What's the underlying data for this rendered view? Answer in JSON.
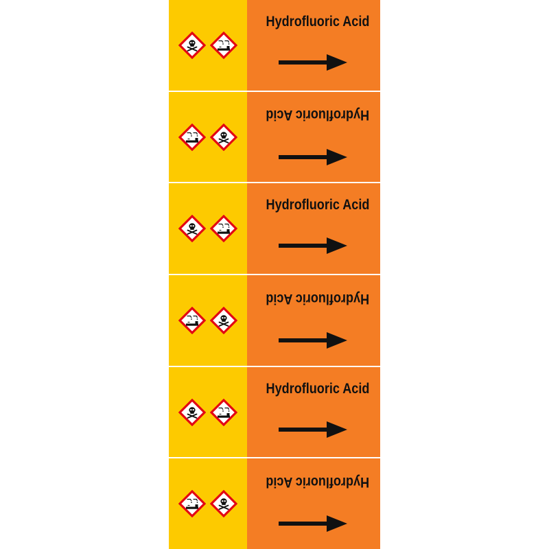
{
  "colors": {
    "band_left": "#fdca00",
    "band_right": "#f47d24",
    "text": "#111111",
    "pictogram_border": "#e30613"
  },
  "labels": [
    {
      "text": "Hydrofluoric Acid",
      "orientation": "upright",
      "pictograms": [
        "skull-crossbones-icon",
        "corrosion-icon"
      ],
      "arrow": "arrow-right-icon"
    },
    {
      "text": "Hydrofluoric Acid",
      "orientation": "upside-down",
      "pictograms": [
        "corrosion-icon",
        "skull-crossbones-icon"
      ],
      "arrow": "arrow-right-icon"
    },
    {
      "text": "Hydrofluoric Acid",
      "orientation": "upright",
      "pictograms": [
        "skull-crossbones-icon",
        "corrosion-icon"
      ],
      "arrow": "arrow-right-icon"
    },
    {
      "text": "Hydrofluoric Acid",
      "orientation": "upside-down",
      "pictograms": [
        "corrosion-icon",
        "skull-crossbones-icon"
      ],
      "arrow": "arrow-right-icon"
    },
    {
      "text": "Hydrofluoric Acid",
      "orientation": "upright",
      "pictograms": [
        "skull-crossbones-icon",
        "corrosion-icon"
      ],
      "arrow": "arrow-right-icon"
    },
    {
      "text": "Hydrofluoric Acid",
      "orientation": "upside-down",
      "pictograms": [
        "corrosion-icon",
        "skull-crossbones-icon"
      ],
      "arrow": "arrow-right-icon"
    }
  ]
}
